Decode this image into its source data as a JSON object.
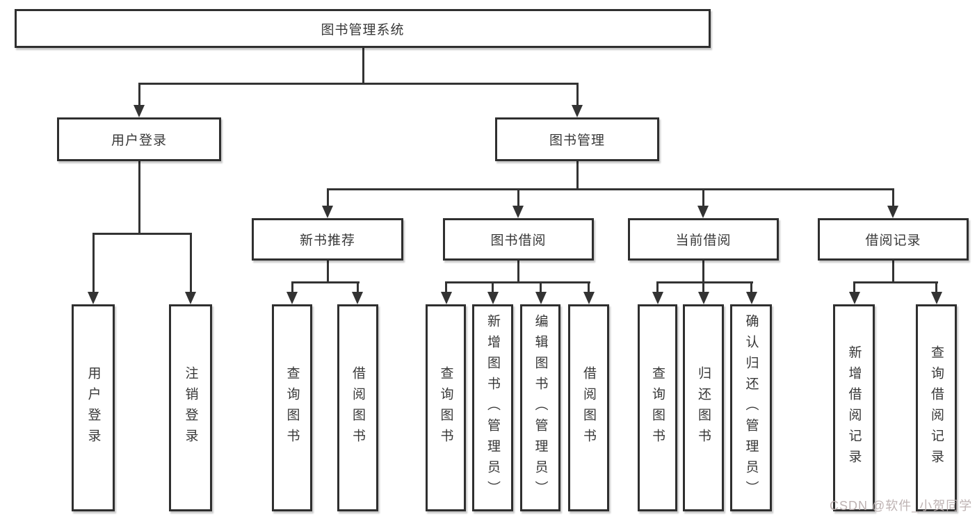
{
  "style": {
    "background": "#ffffff",
    "box_fill": "#ffffff",
    "box_border_color": "#2f2f2f",
    "line_color": "#333333",
    "text_color": "#383838",
    "watermark_color": "#baafaf"
  },
  "tree": {
    "root": {
      "label": "图书管理系统"
    },
    "branches": [
      {
        "label": "用户登录",
        "leaves": [
          "用户登录",
          "注销登录"
        ]
      },
      {
        "label": "图书管理",
        "groups": [
          {
            "label": "新书推荐",
            "leaves": [
              "查询图书",
              "借阅图书"
            ]
          },
          {
            "label": "图书借阅",
            "leaves": [
              "查询图书",
              "新增图书（管理员）",
              "编辑图书（管理员）",
              "借阅图书"
            ]
          },
          {
            "label": "当前借阅",
            "leaves": [
              "查询图书",
              "归还图书",
              "确认归还（管理员）"
            ]
          },
          {
            "label": "借阅记录",
            "leaves": [
              "新增借阅记录",
              "查询借阅记录"
            ]
          }
        ]
      }
    ]
  },
  "watermark": {
    "text": "CSDN @软件_小贺同学"
  }
}
